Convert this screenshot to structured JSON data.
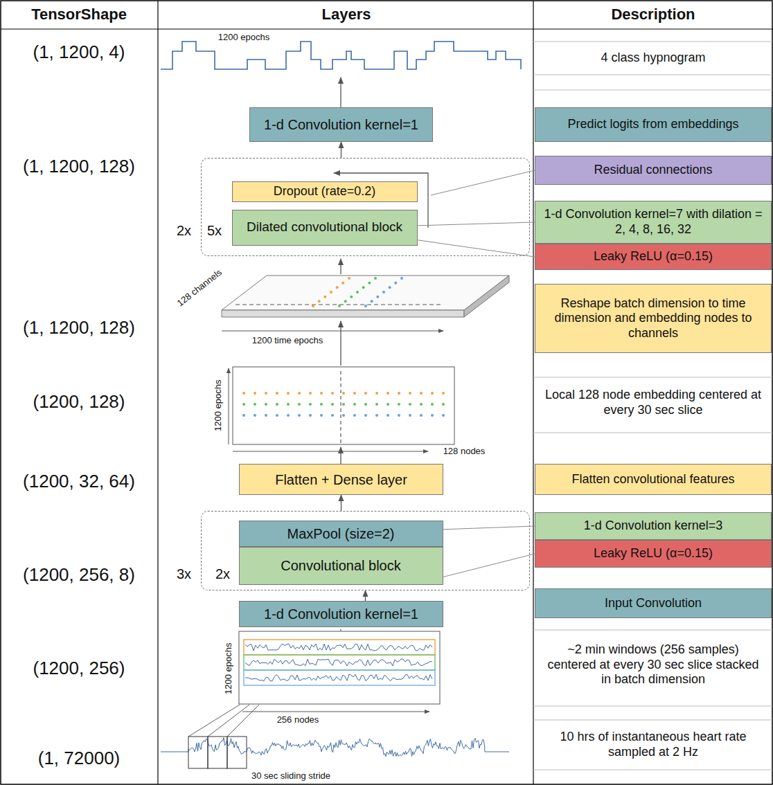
{
  "diagram": {
    "nodes": [
      {
        "text": [
          "1-d Convolution kernel=1"
        ]
      },
      {
        "text": [
          "Predict logits from embeddings"
        ]
      },
      {
        "text": [
          "2x",
          "5x"
        ]
      },
      {
        "text": [
          "Dropout (rate=0.2)"
        ],
        "in": 2
      },
      {
        "text": [
          "Dilated convolutional block"
        ],
        "in": 2
      },
      {
        "text": [
          "Residual connections"
        ]
      },
      {
        "text": [
          "1-d Convolution kernel=7 with dilation = 2, 4, 8, 16, 32"
        ]
      },
      {
        "text": [
          "Leaky ReLU (α=0.15)"
        ]
      },
      {
        "text": [
          "Reshape batch dimension to time dimension and embedding nodes to channels"
        ]
      },
      {
        "text": [
          "Flatten + Dense layer"
        ]
      },
      {
        "text": [
          "Flatten convolutional features"
        ]
      },
      {
        "text": [
          "3x",
          "2x"
        ]
      },
      {
        "text": [
          "MaxPool (size=2)"
        ],
        "in": 11
      },
      {
        "text": [
          "Convolutional block"
        ],
        "in": 11
      },
      {
        "text": [
          "1-d Convolution kernel=3"
        ]
      },
      {
        "text": [
          "Leaky ReLU (α=0.15)"
        ]
      },
      {
        "text": [
          "1-d Convolution kernel=1"
        ]
      },
      {
        "text": [
          "Input Convolution"
        ]
      }
    ],
    "edges": [
      {
        "from": 2,
        "to": 0,
        "arrow": "to"
      },
      {
        "from": 6,
        "to": 4,
        "arrow": "none"
      },
      {
        "from": 7,
        "to": 4,
        "arrow": "none"
      },
      {
        "from": 11,
        "to": 9,
        "arrow": "to"
      },
      {
        "from": 14,
        "to": 12,
        "arrow": "none"
      },
      {
        "from": 15,
        "to": 13,
        "arrow": "none"
      },
      {
        "from": 16,
        "to": 11,
        "arrow": "to"
      }
    ],
    "labels": [
      "TensorShape",
      "Layers",
      "Description",
      "(1, 1200, 4)",
      "1200 epochs",
      "4 class hypnogram",
      "(1, 1200, 128)",
      "(1, 1200, 128)",
      "128 channels",
      "1200 time epochs",
      "(1200, 128)",
      "1200 epochs",
      "128 nodes",
      "Local 128 node embedding centered at every 30 sec slice",
      "(1200, 32, 64)",
      "(1200, 256, 8)",
      "(1200, 256)",
      "1200 epochs",
      "256 nodes",
      "~2 min windows (256 samples) centered at every 30 sec slice stacked in batch dimension",
      "(1, 72000)",
      "30 sec sliding stride",
      "10 hrs of instantaneous heart rate sampled at 2 Hz"
    ]
  }
}
